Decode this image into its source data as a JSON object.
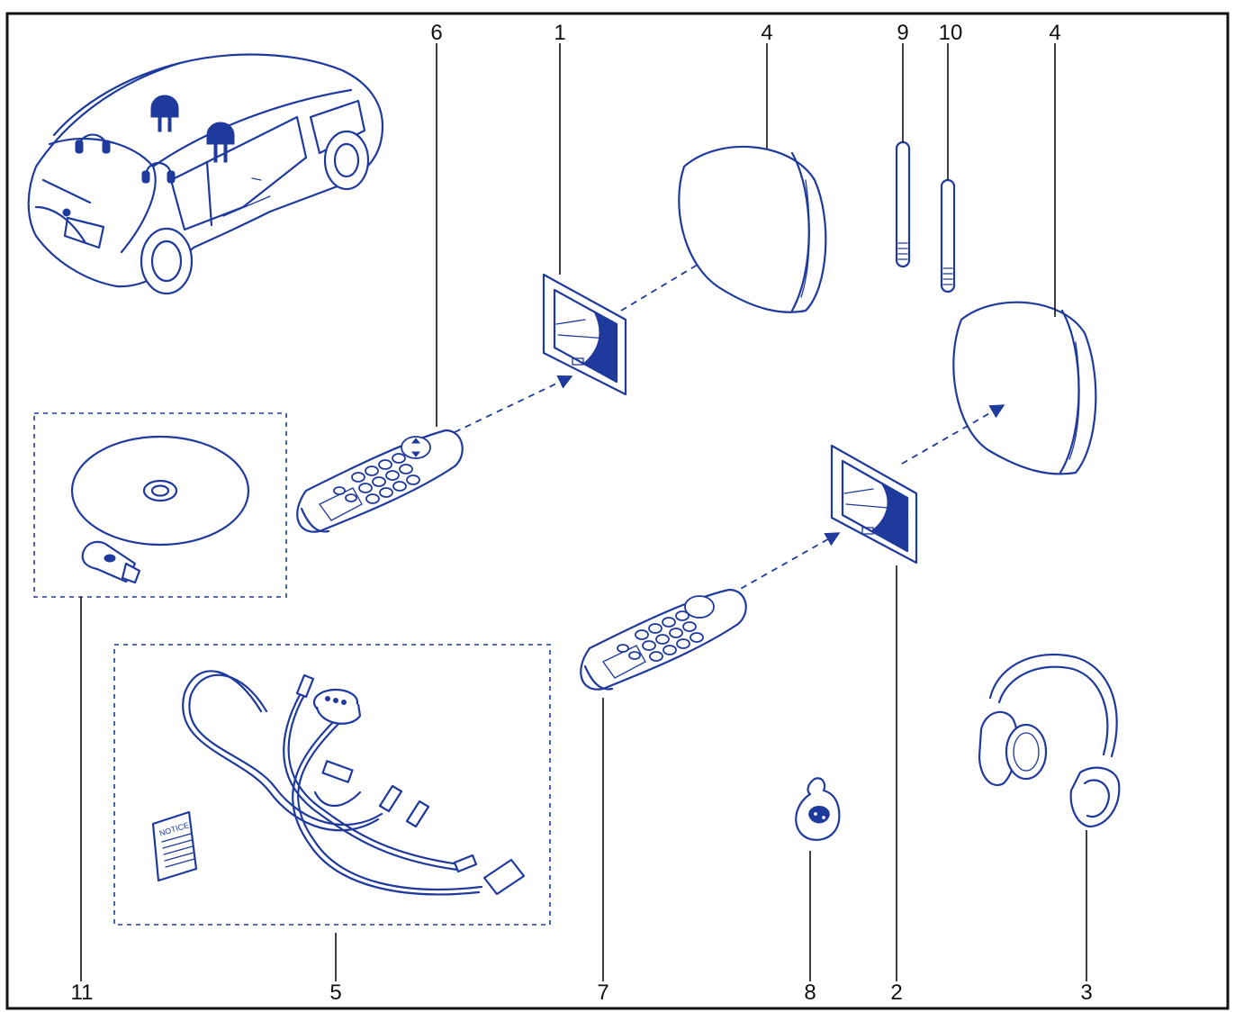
{
  "callouts": [
    {
      "id": "1",
      "label": "1"
    },
    {
      "id": "2",
      "label": "2"
    },
    {
      "id": "3",
      "label": "3"
    },
    {
      "id": "4a",
      "label": "4"
    },
    {
      "id": "4b",
      "label": "4"
    },
    {
      "id": "5",
      "label": "5"
    },
    {
      "id": "6",
      "label": "6"
    },
    {
      "id": "7",
      "label": "7"
    },
    {
      "id": "8",
      "label": "8"
    },
    {
      "id": "9",
      "label": "9"
    },
    {
      "id": "10",
      "label": "10"
    },
    {
      "id": "11",
      "label": "11"
    }
  ],
  "notice_label": "NOTICE",
  "colors": {
    "ink": "#1e3a9c",
    "frame": "#111111",
    "background": "#ffffff"
  }
}
